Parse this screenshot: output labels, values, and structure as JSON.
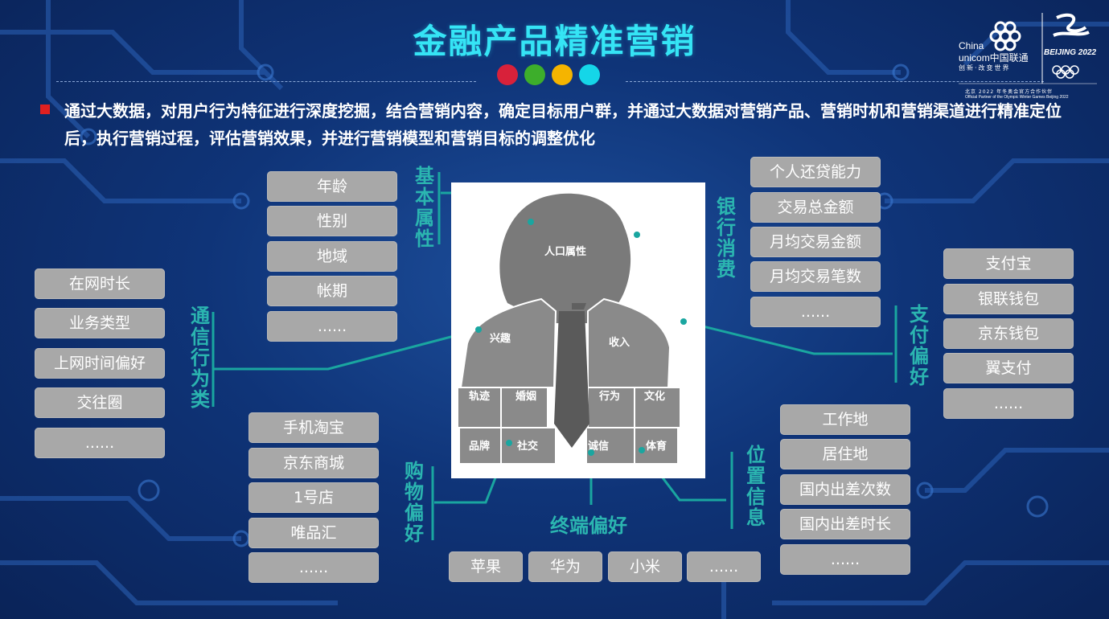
{
  "title": "金融产品精准营销",
  "dots": [
    "#d8213a",
    "#3dae2b",
    "#f5b400",
    "#15d6e8"
  ],
  "logo": {
    "brand_en_1": "China",
    "brand_en_2": "unicom中国联通",
    "slogan": "创新·改变世界",
    "event": "BEIJING 2022",
    "partner_cn": "北京 2022 年冬奥会官方合作伙伴",
    "partner_en": "Official Partner of the Olympic Winter Games Beijing 2022"
  },
  "description": "通过大数据，对用户行为特征进行深度挖掘，结合营销内容，确定目标用户群，并通过大数据对营销产品、营销时机和营销渠道进行精准定位后，执行营销过程，评估营销效果，并进行营销模型和营销目标的调整优化",
  "categories": {
    "basic": {
      "label": "基本属性",
      "items": [
        "年龄",
        "性别",
        "地域",
        "帐期",
        "......"
      ]
    },
    "bank": {
      "label": "银行消费",
      "items": [
        "个人还贷能力",
        "交易总金额",
        "月均交易金额",
        "月均交易笔数",
        "......"
      ]
    },
    "comm": {
      "label": "通信行为类",
      "items": [
        "在网时长",
        "业务类型",
        "上网时间偏好",
        "交往圈",
        "......"
      ]
    },
    "pay": {
      "label": "支付偏好",
      "items": [
        "支付宝",
        "银联钱包",
        "京东钱包",
        "翼支付",
        "......"
      ]
    },
    "shop": {
      "label": "购物偏好",
      "items": [
        "手机淘宝",
        "京东商城",
        "1号店",
        "唯品汇",
        "......"
      ]
    },
    "terminal": {
      "label": "终端偏好",
      "items": [
        "苹果",
        "华为",
        "小米",
        "......"
      ]
    },
    "location": {
      "label": "位置信息",
      "items": [
        "工作地",
        "居住地",
        "国内出差次数",
        "国内出差时长",
        "......"
      ]
    }
  },
  "figure": {
    "head": "人口属性",
    "pieces": [
      "兴趣",
      "收入",
      "轨迹",
      "婚姻",
      "行为",
      "文化",
      "品牌",
      "社交",
      "诚信",
      "体育"
    ]
  }
}
